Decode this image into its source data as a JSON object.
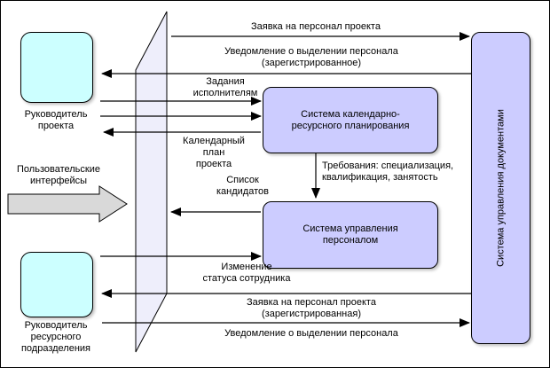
{
  "actors": {
    "project_manager": {
      "lines": [
        "Руководитель",
        "проекта"
      ]
    },
    "resource_manager": {
      "lines": [
        "Руководитель",
        "ресурсного",
        "подразделения"
      ]
    },
    "user_interfaces": {
      "lines": [
        "Пользовательские",
        "интерфейсы"
      ]
    }
  },
  "systems": {
    "planning": {
      "name": "Система календарно-ресурсного планирования"
    },
    "hr": {
      "name": "Система управления персоналом"
    },
    "docs": {
      "name": "Система управления документами"
    }
  },
  "flows": {
    "request_top": {
      "lines": [
        "Заявка на персонал проекта"
      ],
      "from": "project_manager",
      "to": "docs",
      "direction": "right"
    },
    "notification_registered": {
      "lines": [
        "Уведомление о выделении персонала",
        "(зарегистрированное)"
      ],
      "from": "docs",
      "to": "project_manager",
      "direction": "left"
    },
    "tasks": {
      "lines": [
        "Задания",
        "исполнителям"
      ],
      "from": "project_manager",
      "to": "planning",
      "direction": "right"
    },
    "calendar_plan": {
      "lines": [
        "Календарный",
        "план",
        "проекта"
      ],
      "from": "planning",
      "to": "project_manager",
      "direction": "left"
    },
    "requirements": {
      "lines": [
        "Требования: специализация,",
        "квалификация, занятость"
      ],
      "from": "planning",
      "to": "hr",
      "direction": "down"
    },
    "candidates": {
      "lines": [
        "Список",
        "кандидатов"
      ],
      "from": "hr",
      "to": "project_manager",
      "direction": "left"
    },
    "status_change": {
      "lines": [
        "Изменение",
        "статуса сотрудника"
      ],
      "from": "resource_manager",
      "to": "hr",
      "direction": "right"
    },
    "request_registered": {
      "lines": [
        "Заявка на персонал проекта",
        "(зарегистрированная)"
      ],
      "from": "docs",
      "to": "resource_manager",
      "direction": "left"
    },
    "notification_plain": {
      "lines": [
        "Уведомление о выделении персонала"
      ],
      "from": "resource_manager",
      "to": "docs",
      "direction": "right"
    }
  },
  "colors": {
    "actor_fill": "#ccffff",
    "system_fill": "#ccccff",
    "plane_fill": "#ededfb",
    "block_arrow_fill": "#d9d9d9",
    "line_color": "#000000",
    "background": "#ffffff"
  }
}
